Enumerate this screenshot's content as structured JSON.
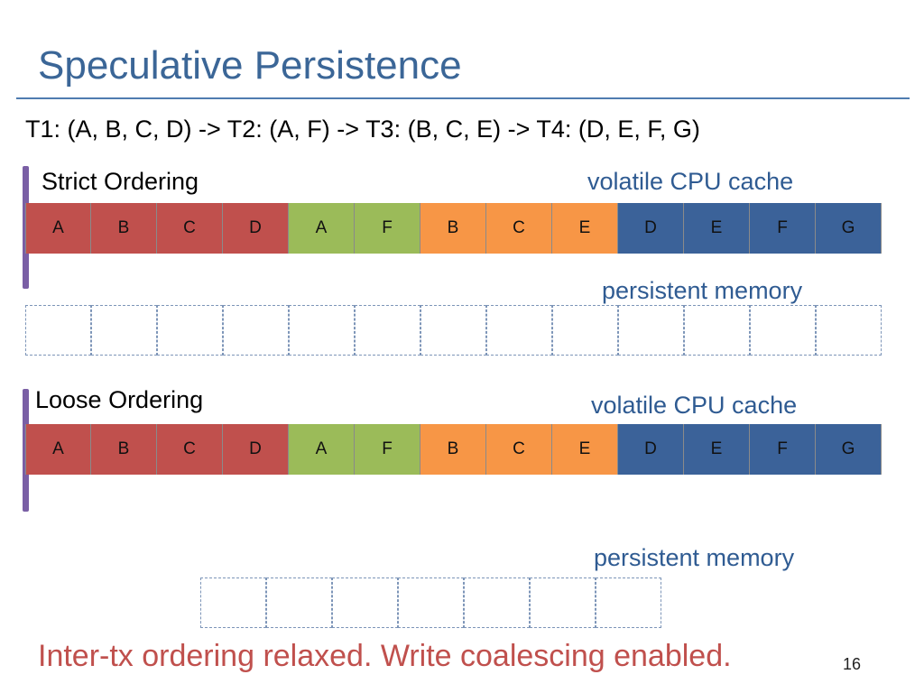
{
  "title": "Speculative Persistence",
  "sequence": "T1: (A, B, C, D) -> T2: (A, F) -> T3: (B, C, E)  -> T4: (D, E, F, G)",
  "colors": {
    "T1": "#c0504d",
    "T2": "#9bbb59",
    "T3": "#f79646",
    "T4": "#3b6299",
    "divider": "#4f7cb0",
    "accent_bar": "#7a5fa5"
  },
  "strict": {
    "label": "Strict Ordering",
    "cache_label": "volatile CPU cache",
    "memory_label": "persistent memory",
    "cells": [
      {
        "text": "A",
        "tx": "T1"
      },
      {
        "text": "B",
        "tx": "T1"
      },
      {
        "text": "C",
        "tx": "T1"
      },
      {
        "text": "D",
        "tx": "T1"
      },
      {
        "text": "A",
        "tx": "T2"
      },
      {
        "text": "F",
        "tx": "T2"
      },
      {
        "text": "B",
        "tx": "T3"
      },
      {
        "text": "C",
        "tx": "T3"
      },
      {
        "text": "E",
        "tx": "T3"
      },
      {
        "text": "D",
        "tx": "T4"
      },
      {
        "text": "E",
        "tx": "T4"
      },
      {
        "text": "F",
        "tx": "T4"
      },
      {
        "text": "G",
        "tx": "T4"
      }
    ],
    "memory_slots": 13
  },
  "loose": {
    "label": "Loose Ordering",
    "cache_label": "volatile CPU cache",
    "memory_label": "persistent memory",
    "cells": [
      {
        "text": "A",
        "tx": "T1"
      },
      {
        "text": "B",
        "tx": "T1"
      },
      {
        "text": "C",
        "tx": "T1"
      },
      {
        "text": "D",
        "tx": "T1"
      },
      {
        "text": "A",
        "tx": "T2"
      },
      {
        "text": "F",
        "tx": "T2"
      },
      {
        "text": "B",
        "tx": "T3"
      },
      {
        "text": "C",
        "tx": "T3"
      },
      {
        "text": "E",
        "tx": "T3"
      },
      {
        "text": "D",
        "tx": "T4"
      },
      {
        "text": "E",
        "tx": "T4"
      },
      {
        "text": "F",
        "tx": "T4"
      },
      {
        "text": "G",
        "tx": "T4"
      }
    ],
    "memory_slots": 7
  },
  "footer": "Inter-tx ordering relaxed. Write coalescing enabled.",
  "page_number": "16"
}
